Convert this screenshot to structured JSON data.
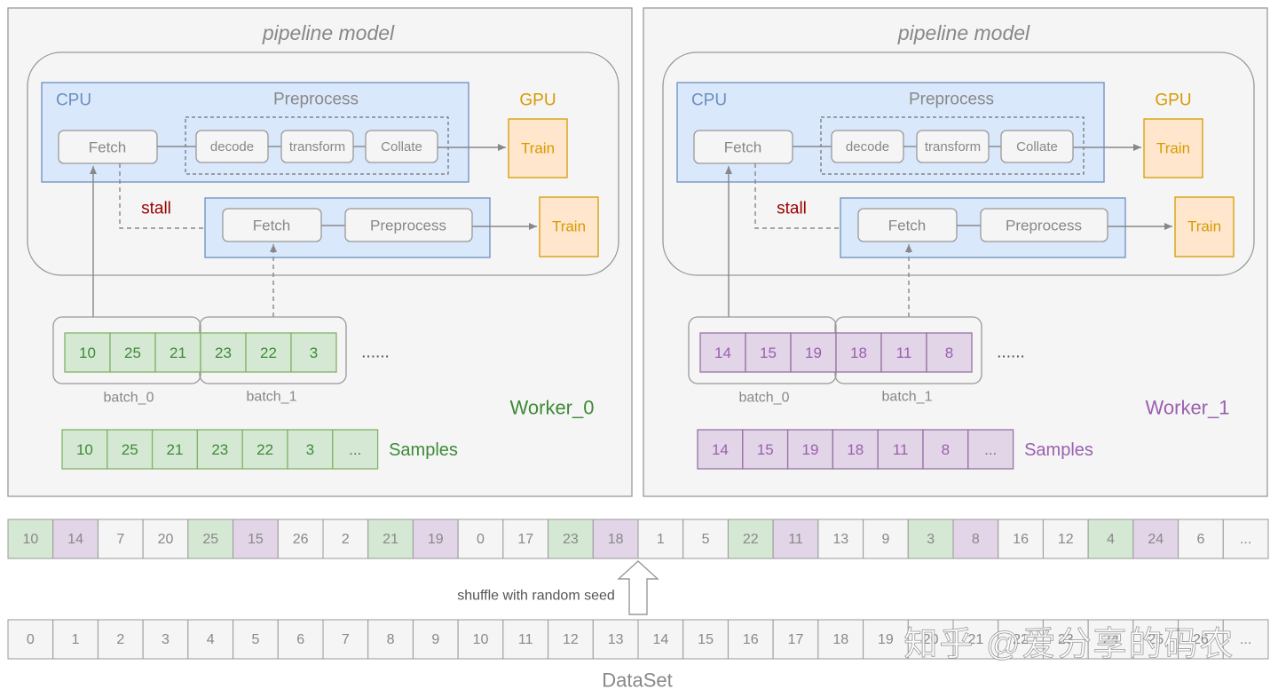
{
  "workers": [
    {
      "panel_title": "pipeline model",
      "cpu_label": "CPU",
      "preprocess_label": "Preprocess",
      "gpu_label": "GPU",
      "fetch_label": "Fetch",
      "steps": [
        "decode",
        "transform",
        "Collate"
      ],
      "train_label": "Train",
      "stall_label": "stall",
      "row2_fetch_label": "Fetch",
      "row2_preprocess_label": "Preprocess",
      "row2_train_label": "Train",
      "batch_values": [
        "10",
        "25",
        "21",
        "23",
        "22",
        "3"
      ],
      "batch_labels": [
        "batch_0",
        "batch_1"
      ],
      "ellipsis": "......",
      "worker_label": "Worker_0",
      "samples": [
        "10",
        "25",
        "21",
        "23",
        "22",
        "3",
        "..."
      ],
      "samples_label": "Samples",
      "theme": "green"
    },
    {
      "panel_title": "pipeline model",
      "cpu_label": "CPU",
      "preprocess_label": "Preprocess",
      "gpu_label": "GPU",
      "fetch_label": "Fetch",
      "steps": [
        "decode",
        "transform",
        "Collate"
      ],
      "train_label": "Train",
      "stall_label": "stall",
      "row2_fetch_label": "Fetch",
      "row2_preprocess_label": "Preprocess",
      "row2_train_label": "Train",
      "batch_values": [
        "14",
        "15",
        "19",
        "18",
        "11",
        "8"
      ],
      "batch_labels": [
        "batch_0",
        "batch_1"
      ],
      "ellipsis": "......",
      "worker_label": "Worker_1",
      "samples": [
        "14",
        "15",
        "19",
        "18",
        "11",
        "8",
        "..."
      ],
      "samples_label": "Samples",
      "theme": "purple"
    }
  ],
  "shuffled": {
    "cells": [
      "10",
      "14",
      "7",
      "20",
      "25",
      "15",
      "26",
      "2",
      "21",
      "19",
      "0",
      "17",
      "23",
      "18",
      "1",
      "5",
      "22",
      "11",
      "13",
      "9",
      "3",
      "8",
      "16",
      "12",
      "4",
      "24",
      "6",
      "..."
    ],
    "owner": [
      "g",
      "p",
      "n",
      "n",
      "g",
      "p",
      "n",
      "n",
      "g",
      "p",
      "n",
      "n",
      "g",
      "p",
      "n",
      "n",
      "g",
      "p",
      "n",
      "n",
      "g",
      "p",
      "n",
      "n",
      "g",
      "p",
      "n",
      "n"
    ]
  },
  "shuffle_label": "shuffle with random seed",
  "dataset": {
    "cells": [
      "0",
      "1",
      "2",
      "3",
      "4",
      "5",
      "6",
      "7",
      "8",
      "9",
      "10",
      "11",
      "12",
      "13",
      "14",
      "15",
      "16",
      "17",
      "18",
      "19",
      "20",
      "21",
      "22",
      "23",
      "24",
      "25",
      "26",
      "..."
    ],
    "label": "DataSet"
  },
  "watermark": "知乎 @爱分享的码农",
  "colors": {
    "panel_bg": "#f5f5f5",
    "panel_border": "#999999",
    "cpu_fill": "#dae8fc",
    "cpu_border": "#6c8ebf",
    "cpu_text": "#6c8ebf",
    "gpu_fill": "#ffe6cc",
    "gpu_border": "#d79b00",
    "gpu_text": "#d79b00",
    "stall_text": "#990000",
    "green_fill": "#d5e8d4",
    "green_border": "#82b366",
    "green_text": "#3d8b37",
    "purple_fill": "#e1d5e7",
    "purple_border": "#9673a6",
    "purple_text": "#9b5fb0",
    "gray_text": "#888888",
    "dark_text": "#555555",
    "arrow": "#888888"
  }
}
